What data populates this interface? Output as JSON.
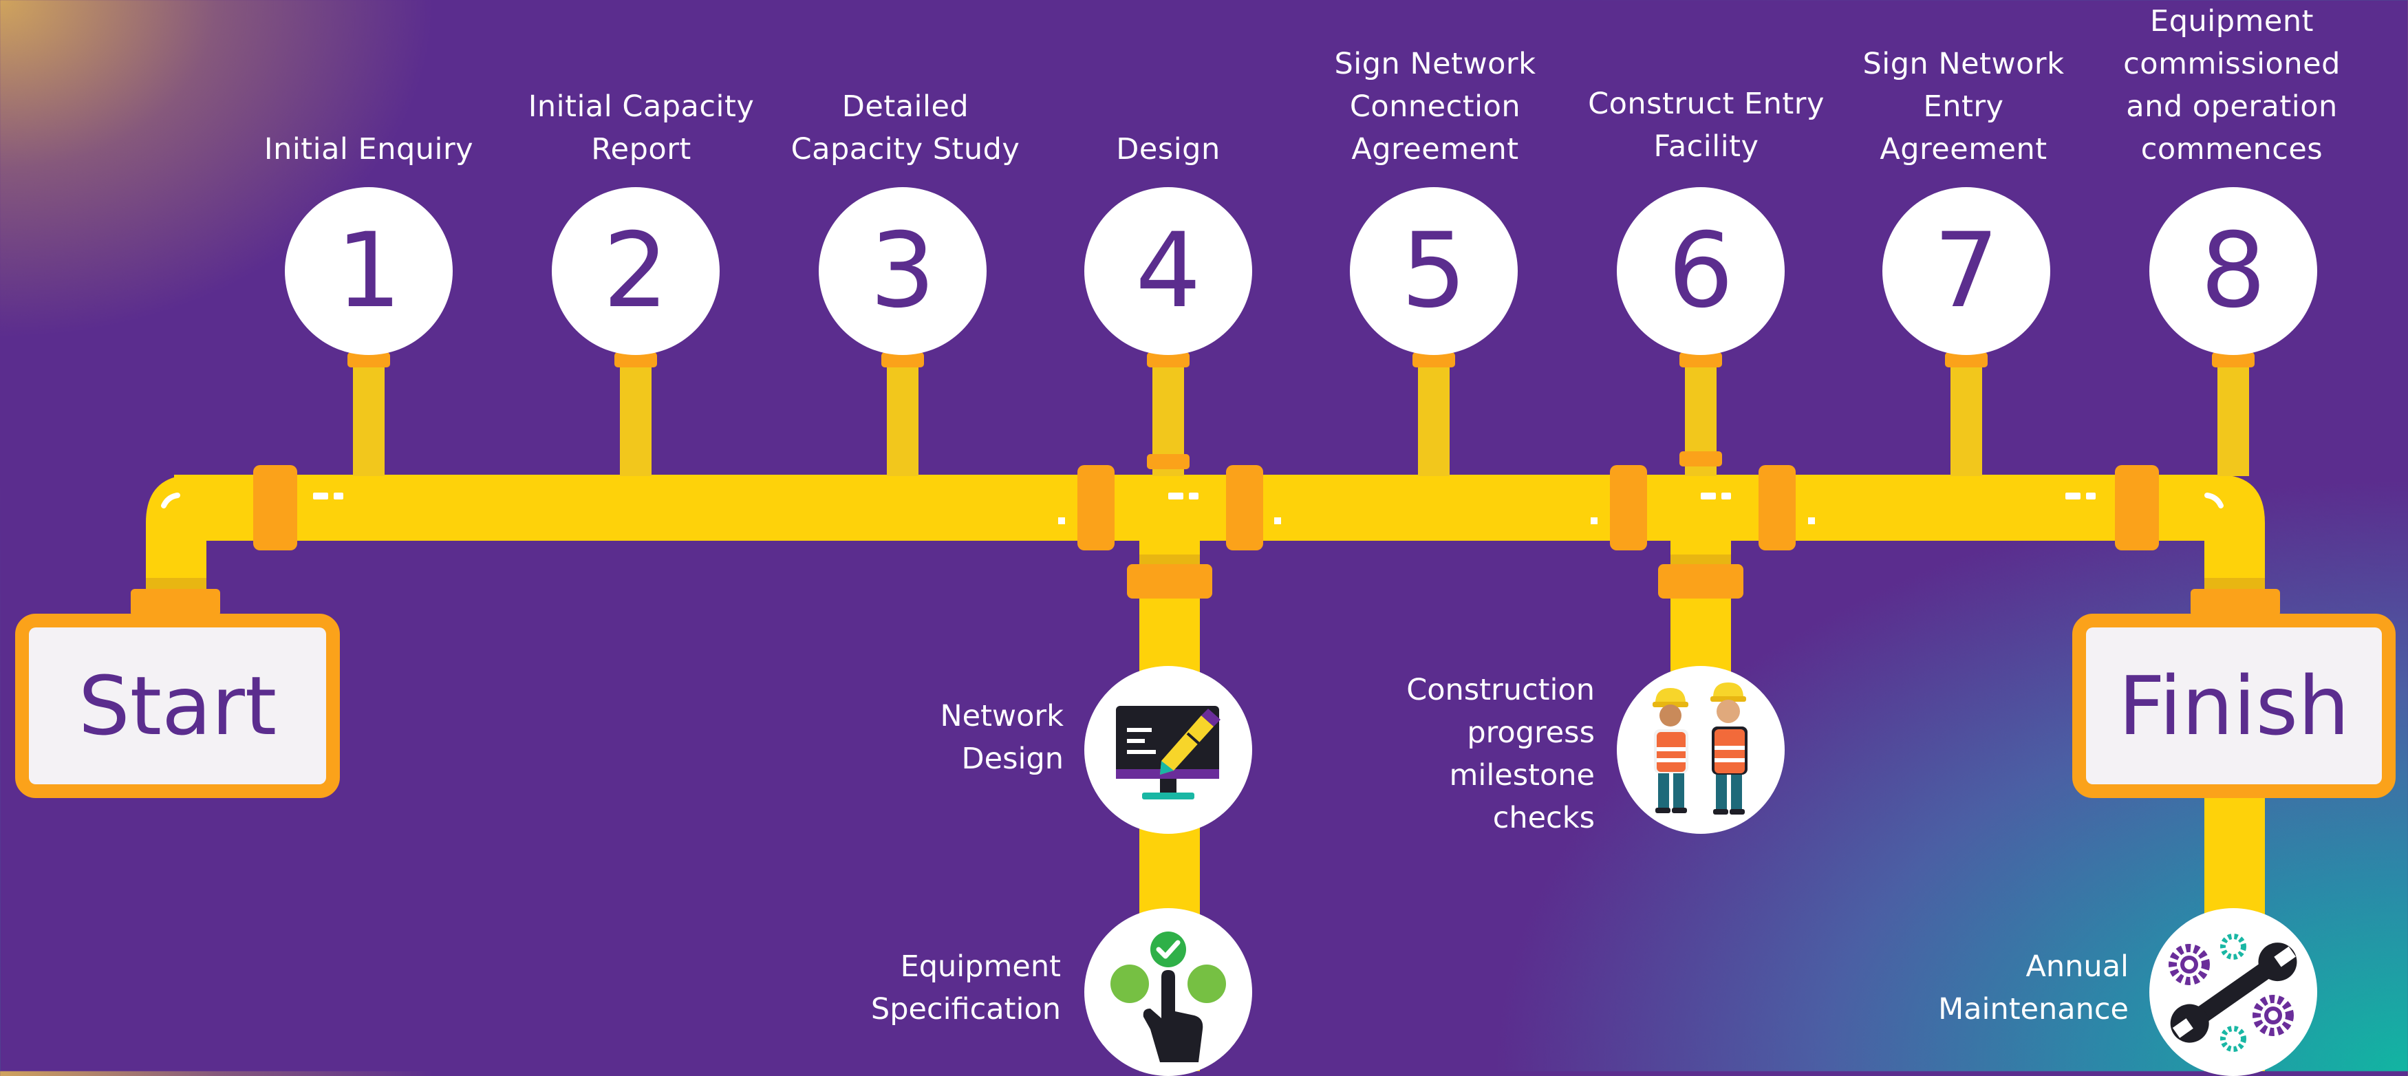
{
  "steps": [
    {
      "number": "1",
      "label": [
        "Initial Enquiry"
      ]
    },
    {
      "number": "2",
      "label": [
        "Initial Capacity",
        "Report"
      ]
    },
    {
      "number": "3",
      "label": [
        "Detailed",
        "Capacity Study"
      ]
    },
    {
      "number": "4",
      "label": [
        "Design"
      ]
    },
    {
      "number": "5",
      "label": [
        "Sign Network",
        "Connection",
        "Agreement"
      ]
    },
    {
      "number": "6",
      "label": [
        "Construct Entry",
        "Facility"
      ]
    },
    {
      "number": "7",
      "label": [
        "Sign Network",
        "Entry",
        "Agreement"
      ]
    },
    {
      "number": "8",
      "label": [
        "Equipment",
        "commissioned",
        "and operation",
        "commences"
      ]
    }
  ],
  "start_label": "Start",
  "finish_label": "Finish",
  "substeps": {
    "network_design": {
      "label": [
        "Network",
        "Design"
      ],
      "icon": "monitor-pencil-icon"
    },
    "equipment_specification": {
      "label": [
        "Equipment",
        "Specification"
      ],
      "icon": "finger-tap-check-icon"
    },
    "construction_checks": {
      "label": [
        "Construction",
        "progress",
        "milestone",
        "checks"
      ],
      "icon": "construction-workers-icon"
    },
    "annual_maintenance": {
      "label": [
        "Annual",
        "Maintenance"
      ],
      "icon": "wrench-gears-icon"
    }
  },
  "colors": {
    "background": "#5b2d8e",
    "pipe": "#fed20a",
    "joint": "#fba21a",
    "circle": "#ffffff",
    "text_accent": "#5b2d8e"
  }
}
